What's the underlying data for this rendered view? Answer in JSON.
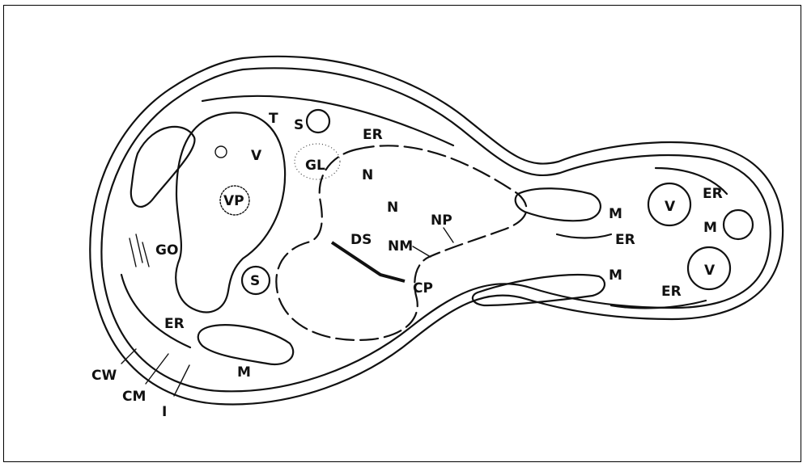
{
  "labels": {
    "T": "T",
    "S_top": "S",
    "V_vacuole": "V",
    "VP": "VP",
    "GL": "GL",
    "ER_top": "ER",
    "N_membrane": "N",
    "N_nucleus": "N",
    "NP": "NP",
    "NM": "NM",
    "DS": "DS",
    "CP": "CP",
    "GO": "GO",
    "S_lower": "S",
    "ER_left": "ER",
    "M_bottom": "M",
    "CW": "CW",
    "CM": "CM",
    "I": "I",
    "M_neck": "M",
    "V_bud_top": "V",
    "ER_bud_top": "ER",
    "M_bud": "M",
    "ER_bud_mid": "ER",
    "M_bud_lower": "M",
    "V_bud_lower": "V",
    "ER_bud_bottom": "ER"
  }
}
